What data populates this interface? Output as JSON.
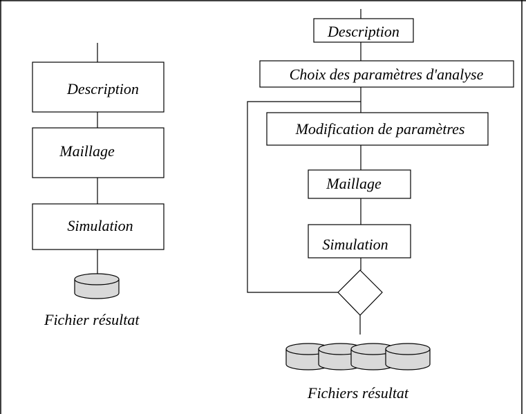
{
  "left_flow": {
    "steps": [
      {
        "label": "Description"
      },
      {
        "label": "Maillage"
      },
      {
        "label": "Simulation"
      }
    ],
    "output_caption": "Fichier résultat"
  },
  "right_flow": {
    "steps": [
      {
        "label": "Description"
      },
      {
        "label": "Choix des paramètres d'analyse"
      },
      {
        "label": "Modification de paramètres"
      },
      {
        "label": "Maillage"
      },
      {
        "label": "Simulation"
      }
    ],
    "output_caption": "Fichiers résultat"
  },
  "colors": {
    "line": "#000000",
    "box_fill": "#ffffff",
    "database_fill": "#d9d9d9"
  }
}
